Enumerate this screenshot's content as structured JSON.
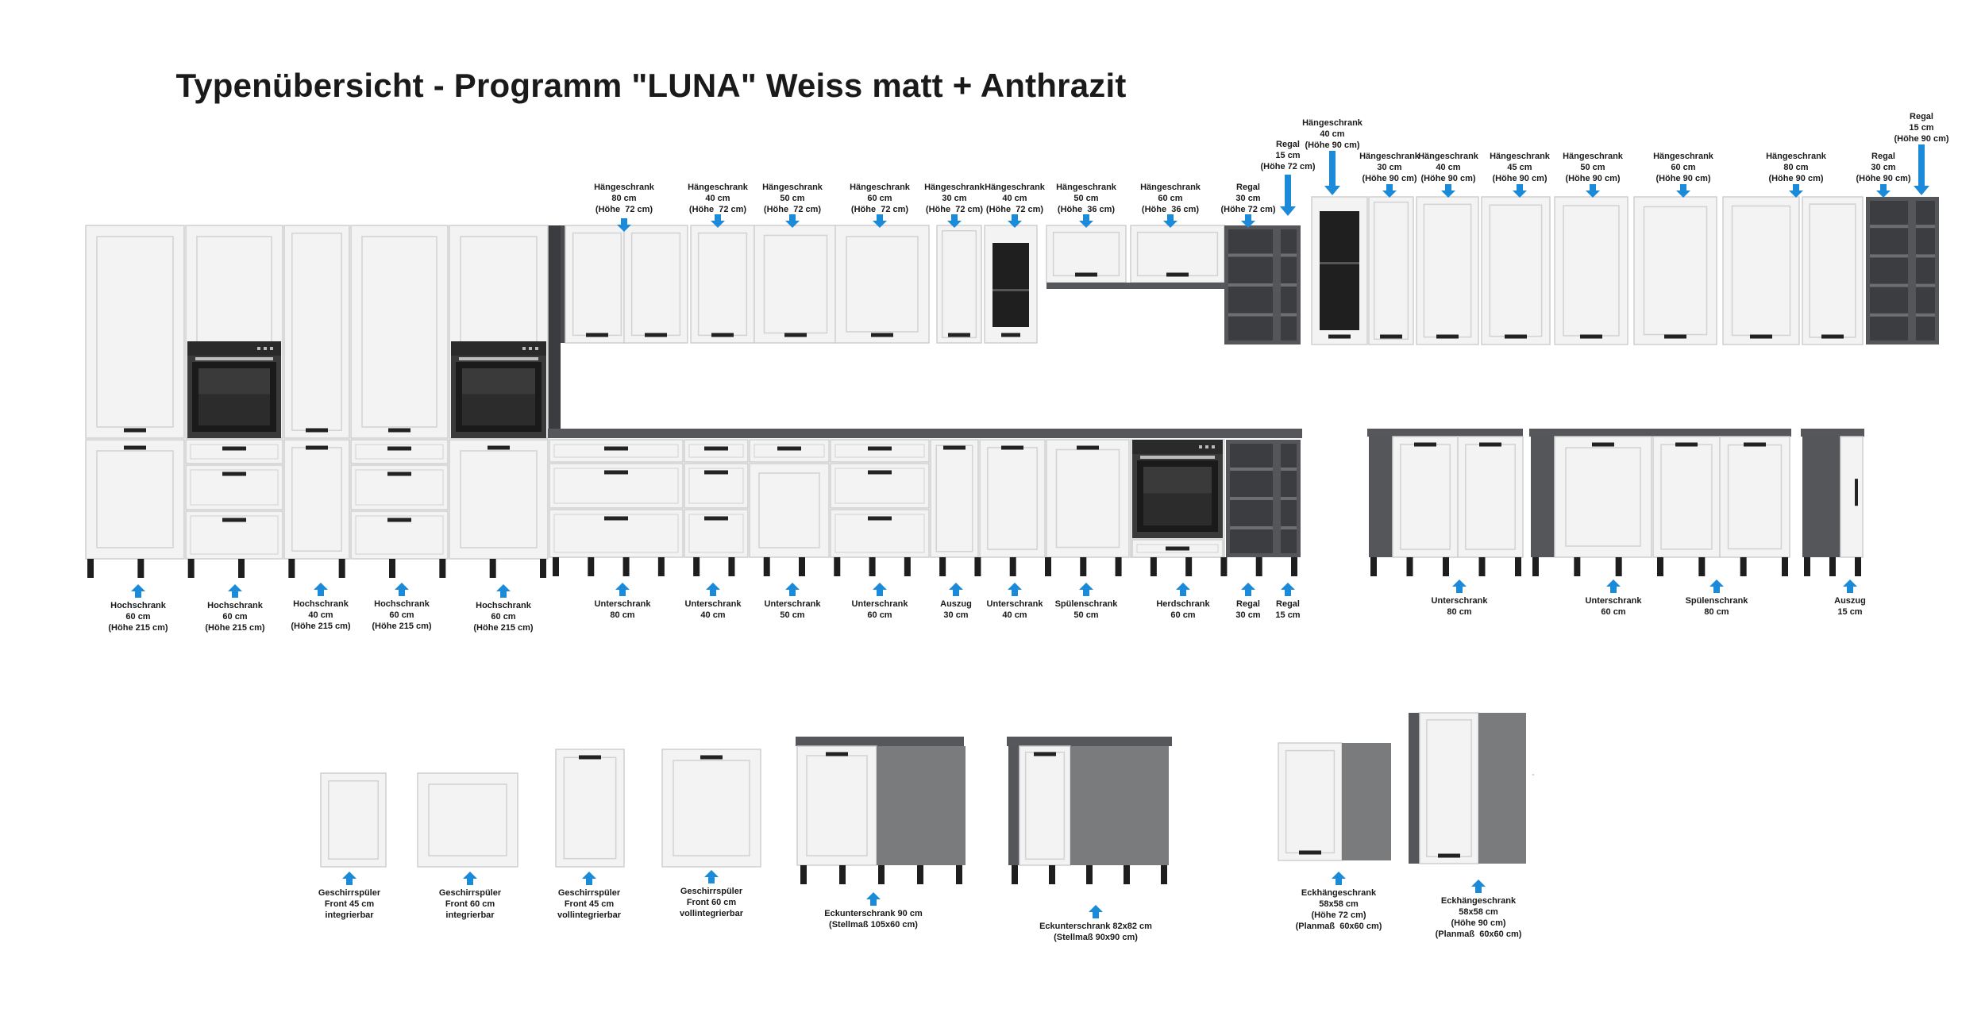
{
  "title": "Typenübersicht - Programm  \"LUNA\" Weiss matt + Anthrazit",
  "colors": {
    "front": "#f3f3f3",
    "front_border": "#cfcfcf",
    "carcass": "#555659",
    "carcass_dark": "#3c3d40",
    "worktop": "#56575a",
    "handle": "#222222",
    "arrow": "#1b8ad8",
    "oven_glass": "#2c2c2c",
    "oven_panel": "#3a3a3a",
    "side_grey": "#7a7b7d",
    "label": "#1a1a1a"
  },
  "icons": {
    "arrow": "up-arrow-icon",
    "arrow_down": "down-arrow-icon",
    "handle": "bar-handle-icon"
  },
  "labels": {
    "top": [
      "Hängeschrank\n80 cm\n(Höhe  72 cm)",
      "Hängeschrank\n40 cm\n(Höhe  72 cm)",
      "Hängeschrank\n50 cm\n(Höhe  72 cm)",
      "Hängeschrank\n60 cm\n(Höhe  72 cm)",
      "Hängeschrank\n30 cm\n(Höhe  72 cm)",
      "Hängeschrank\n40 cm\n(Höhe  72 cm)",
      "Hängeschrank\n50 cm\n(Höhe  36 cm)",
      "Hängeschrank\n60 cm\n(Höhe  36 cm)",
      "Regal\n30 cm\n(Höhe 72 cm)",
      "Regal\n15 cm\n(Höhe 72 cm)",
      "Hängeschrank\n40 cm\n(Höhe 90 cm)",
      "Hängeschrank\n30 cm\n(Höhe 90 cm)",
      "Hängeschrank\n40 cm\n(Höhe 90 cm)",
      "Hängeschrank\n45 cm\n(Höhe 90 cm)",
      "Hängeschrank\n50 cm\n(Höhe 90 cm)",
      "Hängeschrank\n60 cm\n(Höhe 90 cm)",
      "Hängeschrank\n80 cm\n(Höhe 90 cm)",
      "Regal\n30 cm\n(Höhe 90 cm)",
      "Regal\n15 cm\n(Höhe 90 cm)"
    ],
    "bottom": [
      "Hochschrank\n60 cm\n(Höhe 215 cm)",
      "Hochschrank\n60 cm\n(Höhe 215 cm)",
      "Hochschrank\n40 cm\n(Höhe 215 cm)",
      "Hochschrank\n60 cm\n(Höhe 215 cm)",
      "Hochschrank\n60 cm\n(Höhe 215 cm)",
      "Unterschrank\n80 cm",
      "Unterschrank\n40 cm",
      "Unterschrank\n50 cm",
      "Unterschrank\n60 cm",
      "Auszug\n30 cm",
      "Unterschrank\n40 cm",
      "Spülenschrank\n50 cm",
      "Herdschrank\n60 cm",
      "Regal\n30 cm",
      "Regal\n15 cm",
      "Unterschrank\n80 cm",
      "Unterschrank\n60 cm",
      "Spülenschrank\n80 cm",
      "Auszug\n15 cm"
    ],
    "extras": [
      "Geschirrspüler\nFront 45 cm\nintegrierbar",
      "Geschirrspüler\nFront 60 cm\nintegrierbar",
      "Geschirrspüler\nFront 45 cm\nvollintegrierbar",
      "Geschirrspüler\nFront 60 cm\nvollintegrierbar",
      "Eckunterschrank 90 cm\n(Stellmaß 105x60 cm)",
      "Eckunterschrank 82x82 cm\n(Stellmaß 90x90 cm)",
      "Eckhängeschrank\n58x58 cm\n(Höhe 72 cm)\n(Planmaß  60x60 cm)",
      "Eckhängeschrank\n58x58 cm\n(Höhe 90 cm)\n(Planmaß  60x60 cm)"
    ]
  }
}
